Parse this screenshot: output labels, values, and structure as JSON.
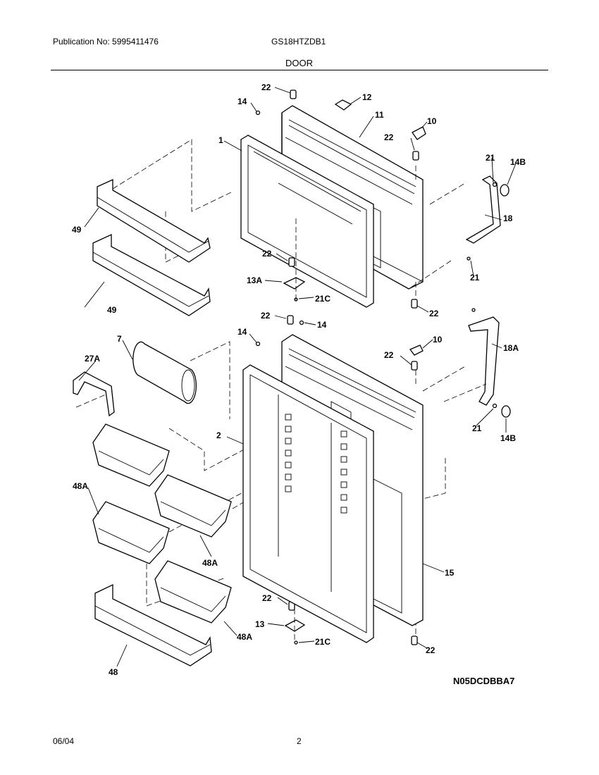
{
  "header": {
    "publication": "Publication No: 5995411476",
    "model": "GS18HTZDB1",
    "section": "DOOR"
  },
  "footer": {
    "date": "06/04",
    "page": "2"
  },
  "diagram": {
    "code": "N05DCDBBA7",
    "callouts": [
      "22",
      "12",
      "14",
      "11",
      "10",
      "22",
      "1",
      "21",
      "14B",
      "18",
      "49",
      "22",
      "13A",
      "21C",
      "21",
      "22",
      "49",
      "22",
      "14",
      "7",
      "14",
      "10",
      "22",
      "18A",
      "27A",
      "2",
      "21",
      "14B",
      "48A",
      "48A",
      "15",
      "22",
      "13",
      "48A",
      "21C",
      "22",
      "48"
    ]
  }
}
